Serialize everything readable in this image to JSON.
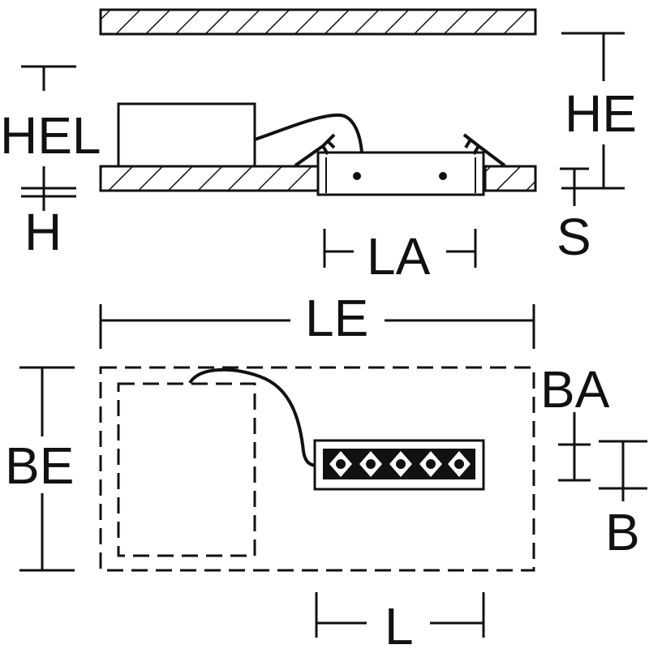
{
  "colors": {
    "ink": "#111111",
    "paper": "#ffffff"
  },
  "labels": {
    "hel": "HEL",
    "h": "H",
    "he": "HE",
    "s": "S",
    "la": "LA",
    "le": "LE",
    "be": "BE",
    "ba": "BA",
    "b": "B",
    "l": "L"
  },
  "icons": {
    "led_module": "led-array-icon",
    "driver": "driver-box-icon"
  }
}
